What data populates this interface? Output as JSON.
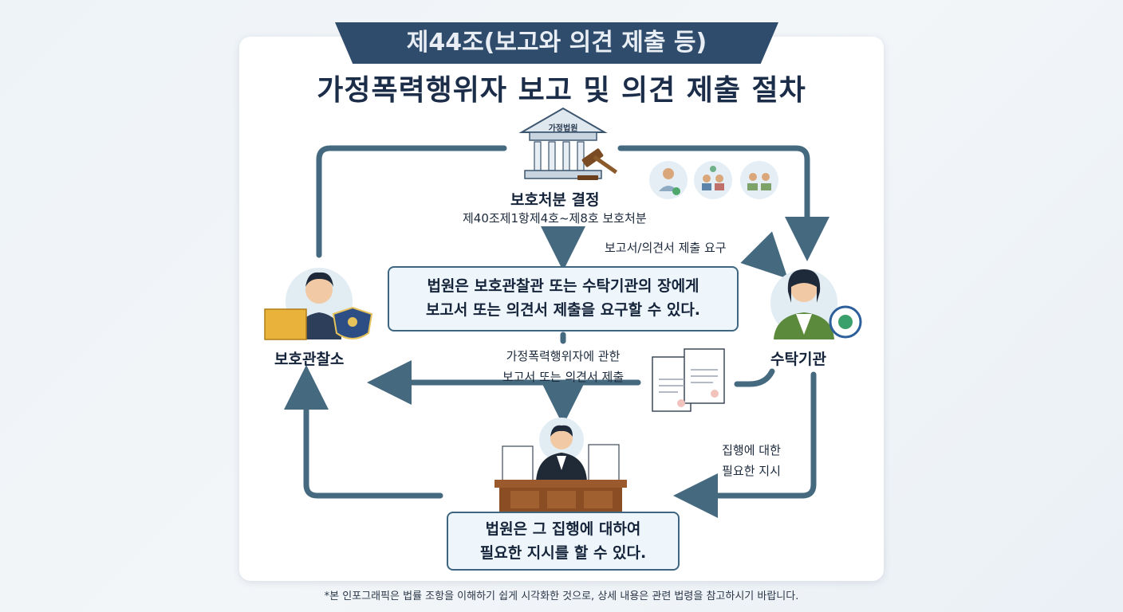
{
  "header": {
    "article": "제44조(보고와 의견 제출 등)",
    "title": "가정폭력행위자 보고 및 의견 제출 절차"
  },
  "nodes": {
    "court_top": {
      "building_sign": "가정법원",
      "title": "보호처분 결정",
      "subtitle": "제40조제1항제4호~제8호 보호처분"
    },
    "probation": {
      "title": "보호관찰소"
    },
    "trustee": {
      "title": "수탁기관"
    }
  },
  "labels": {
    "request": "보고서/의견서 제출 요구",
    "submit_line1": "가정폭력행위자에 관한",
    "submit_line2": "보고서 또는 의견서 제출",
    "instruct_line1": "집행에 대한",
    "instruct_line2": "필요한 지시"
  },
  "boxes": {
    "request_rule": {
      "line1": "법원은 보호관찰관 또는 수탁기관의 장에게",
      "line2": "보고서 또는 의견서 제출을 요구할 수 있다."
    },
    "instruct_rule": {
      "line1": "법원은 그 집행에 대하여",
      "line2": "필요한 지시를 할 수 있다."
    }
  },
  "footnote": "*본 인포그래픽은 법률 조항을 이해하기 쉽게 시각화한 것으로, 상세 내용은 관련 법령을 참고하시기 바랍니다.",
  "colors": {
    "arrow": "#45697f",
    "banner": "#2f4c6c",
    "box_fill": "#eef6fb",
    "title": "#1b2d48"
  }
}
